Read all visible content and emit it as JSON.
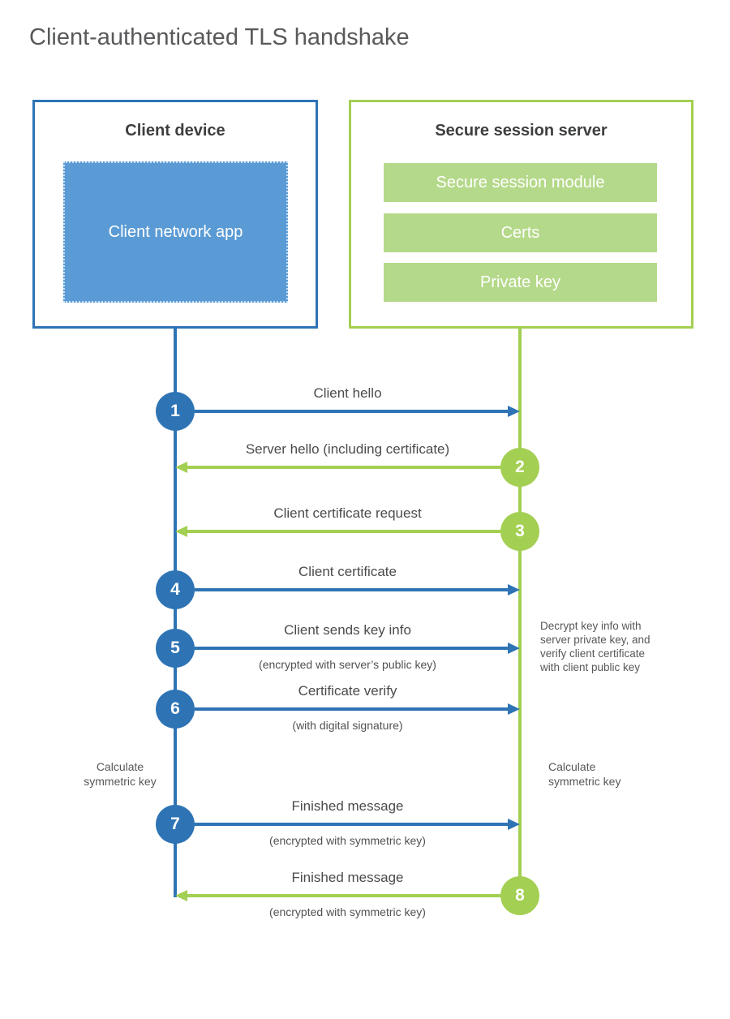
{
  "title": "Client-authenticated TLS handshake",
  "colors": {
    "blue_line": "#2e74b5",
    "blue_fill": "#5b9bd5",
    "green_line": "#a3cf52",
    "green_fill": "#b5d98a",
    "text_dark": "#3d3e40",
    "text_gray": "#58595b"
  },
  "client": {
    "heading": "Client device",
    "app_label": "Client network app"
  },
  "server": {
    "heading": "Secure session server",
    "modules": [
      "Secure session module",
      "Certs",
      "Private key"
    ]
  },
  "messages": [
    {
      "step": "1",
      "label": "Client hello",
      "direction": "right",
      "color": "blue"
    },
    {
      "step": "2",
      "label": "Server hello (including certificate)",
      "direction": "left",
      "color": "green"
    },
    {
      "step": "3",
      "label": "Client certificate request",
      "direction": "left",
      "color": "green"
    },
    {
      "step": "4",
      "label": "Client certificate",
      "direction": "right",
      "color": "blue"
    },
    {
      "step": "5",
      "label": "Client sends key info",
      "sub": "(encrypted with server’s public key)",
      "direction": "right",
      "color": "blue"
    },
    {
      "step": "6",
      "label": "Certificate verify",
      "sub": "(with digital signature)",
      "direction": "right",
      "color": "blue"
    },
    {
      "step": "7",
      "label": "Finished message",
      "sub": "(encrypted with symmetric key)",
      "direction": "right",
      "color": "blue"
    },
    {
      "step": "8",
      "label": "Finished message",
      "sub": "(encrypted with symmetric key)",
      "direction": "left",
      "color": "green"
    }
  ],
  "notes": {
    "decrypt": "Decrypt key info with server private key, and verify client certificate with client public key",
    "calc_left": "Calculate symmetric key",
    "calc_right": "Calculate symmetric key"
  }
}
